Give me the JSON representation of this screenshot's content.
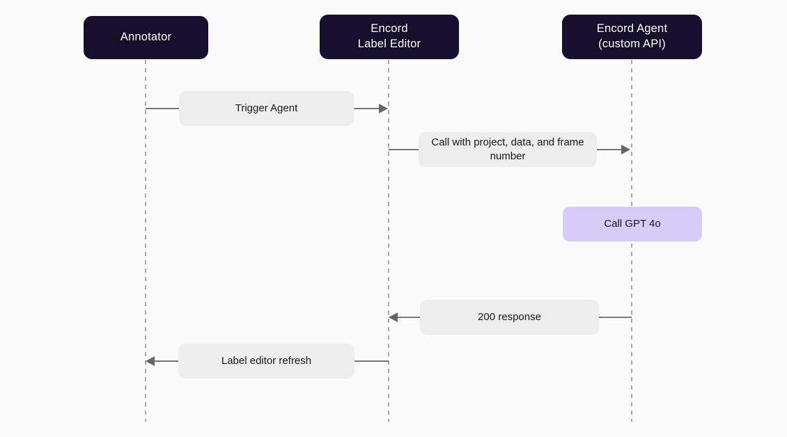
{
  "diagram": {
    "type": "sequence-diagram",
    "actors": [
      {
        "label": "Annotator"
      },
      {
        "label": "Encord\nLabel Editor"
      },
      {
        "label": "Encord Agent\n(custom API)"
      }
    ],
    "messages": [
      {
        "label": "Trigger Agent",
        "from": "Annotator",
        "to": "Encord Label Editor",
        "direction": "right",
        "kind": "message"
      },
      {
        "label": "Call with project, data, and frame number",
        "from": "Encord Label Editor",
        "to": "Encord Agent (custom API)",
        "direction": "right",
        "kind": "message"
      },
      {
        "label": "Call GPT 4o",
        "actor": "Encord Agent (custom API)",
        "kind": "self-action"
      },
      {
        "label": "200 response",
        "from": "Encord Agent (custom API)",
        "to": "Encord Label Editor",
        "direction": "left",
        "kind": "message"
      },
      {
        "label": "Label editor refresh",
        "from": "Encord Label Editor",
        "to": "Annotator",
        "direction": "left",
        "kind": "message"
      }
    ],
    "colors": {
      "background": "#fafafa",
      "actor_box": "#150f2c",
      "actor_text": "#ffffff",
      "message_box": "#ededed",
      "message_text": "#17171f",
      "action_box": "#d5cdf8",
      "arrow": "#6e6e6e",
      "lifeline": "#a8a8a8"
    }
  }
}
